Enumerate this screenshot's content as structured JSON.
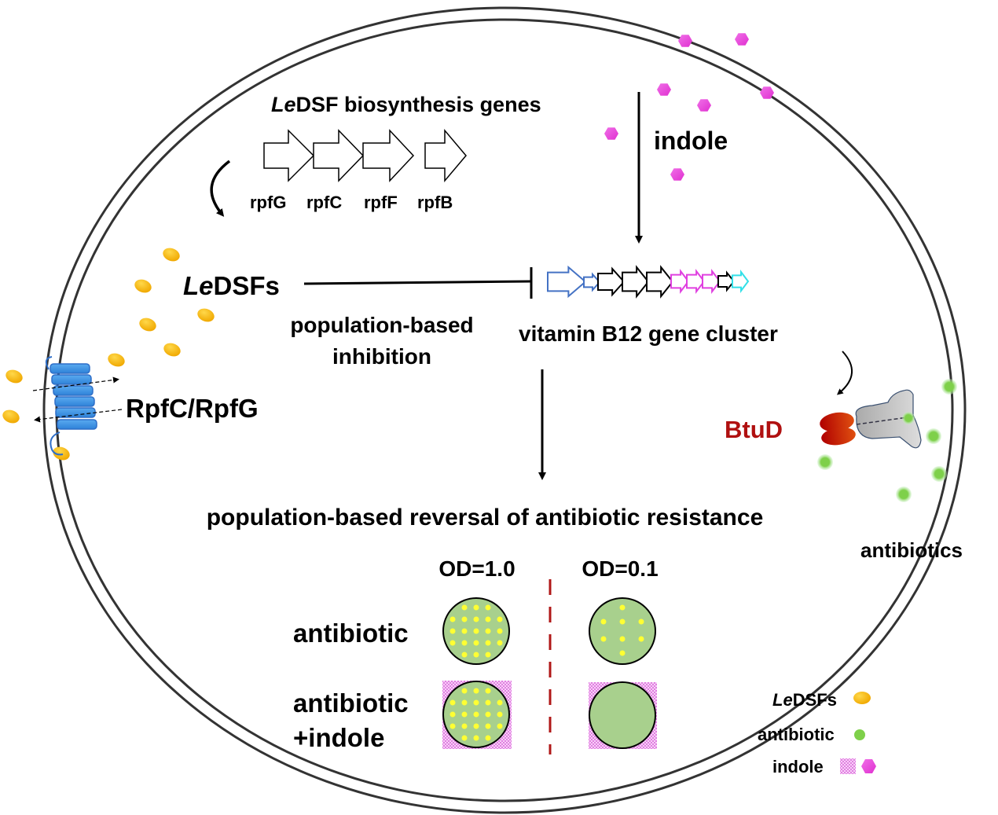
{
  "title_genes": {
    "italic": "Le",
    "rest": "DSF biosynthesis genes"
  },
  "rpf_genes": [
    "rpfG",
    "rpfC",
    "rpfF",
    "rpfB"
  ],
  "ledsfs_label": {
    "italic": "Le",
    "rest": "DSFs"
  },
  "inhibition_label": [
    "population-based",
    "inhibition"
  ],
  "indole_label": "indole",
  "vitamin_label": "vitamin B12 gene cluster",
  "vitamin_gene_colors": [
    "#4472c4",
    "#4472c4",
    "#000000",
    "#000000",
    "#000000",
    "#e040e0",
    "#e040e0",
    "#e040e0",
    "#000000",
    "#33e0e8"
  ],
  "receptor_label": "RpfC/RpfG",
  "btud_label": "BtuD",
  "antibiotics_label": "antibiotics",
  "reversal_label": "population-based reversal of antibiotic resistance",
  "od_headers": [
    "OD=1.0",
    "OD=0.1"
  ],
  "row_labels": {
    "antibiotic": "antibiotic",
    "antibiotic_indole": [
      "antibiotic",
      "+indole"
    ]
  },
  "legend": {
    "ledsfs": {
      "italic": "Le",
      "rest": "DSFs"
    },
    "antibiotic": "antibiotic",
    "indole": "indole"
  },
  "colors": {
    "ledsf": "#f5b400",
    "antibiotic": "#7ed04a",
    "indole": "#f050e0",
    "btud": "#b01010",
    "plate_fill": "#a8d08d",
    "colony": "#ffff33",
    "indole_bg": "#f0b0f0",
    "divider": "#b01818",
    "receptor": "#3a8ee0"
  }
}
